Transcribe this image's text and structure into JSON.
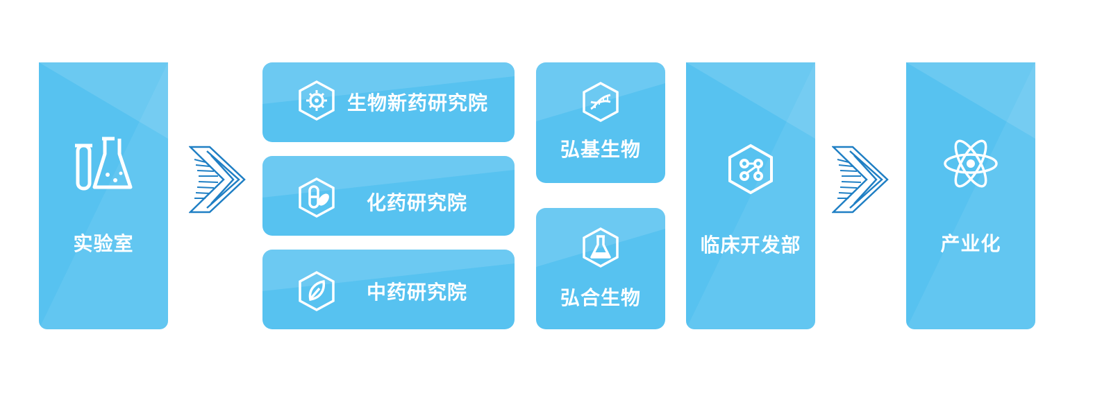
{
  "colors": {
    "card": "#57c2f0",
    "card_light": "#7ed1f5",
    "icon": "#ffffff",
    "arrow": "#1f7fc4"
  },
  "lab": {
    "label": "实验室",
    "icon": "lab-flasks-icon"
  },
  "institutes": [
    {
      "label": "生物新药研究院",
      "icon": "virus-cell-icon"
    },
    {
      "label": "化药研究院",
      "icon": "pill-capsule-icon"
    },
    {
      "label": "中药研究院",
      "icon": "leaf-icon"
    }
  ],
  "companies": [
    {
      "label": "弘基生物",
      "icon": "dna-icon"
    },
    {
      "label": "弘合生物",
      "icon": "flask-icon"
    }
  ],
  "clinical": {
    "label": "临床开发部",
    "icon": "molecule-icon"
  },
  "industrial": {
    "label": "产业化",
    "icon": "atom-icon"
  }
}
